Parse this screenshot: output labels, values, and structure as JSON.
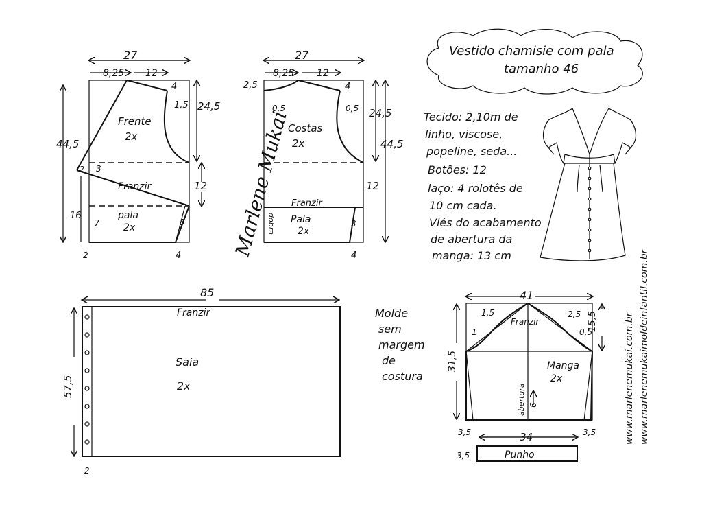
{
  "title": {
    "line1": "Vestido chamisie com pala",
    "line2": "tamanho 46"
  },
  "frente": {
    "name": "Frente",
    "qty": "2x",
    "width": "27",
    "neck_w": "8,25",
    "shoulder_w": "12",
    "neck_drop": "4",
    "armhole_off": "1,5",
    "armhole_h": "24,5",
    "total_h": "44,5",
    "side_drop": "12",
    "bottom_h": "16",
    "gather": "Franzir",
    "pala": "pala",
    "pala_qty": "2x",
    "pala_h": "7",
    "small_3a": "3",
    "small_3b": "3",
    "small_2a": "2",
    "small_2b": "2",
    "bottom_4": "4"
  },
  "costas": {
    "name": "Costas",
    "qty": "2x",
    "width": "27",
    "neck_w": "8,25",
    "shoulder_w": "12",
    "neck_drop": "2,5",
    "shoulder_drop": "4",
    "armhole_a": "0,5",
    "armhole_b": "0,5",
    "armhole_h": "24,5",
    "total_h": "44,5",
    "side_drop": "12",
    "gather": "Franzir",
    "pala": "Pala",
    "pala_qty": "2x",
    "fold": "dobra",
    "small_3": "3",
    "bottom_4": "4"
  },
  "signature": "Marlene Mukai",
  "materials": {
    "tecido": "Tecido: 2,10m de",
    "tecido2": "linho, viscose,",
    "tecido3": "popeline, seda...",
    "botoes": "Botões: 12",
    "laco": "laço: 4 rolotês de",
    "laco2": "10 cm cada.",
    "vies": "Viés do acabamento",
    "vies2": "de abertura da",
    "vies3": "manga: 13 cm"
  },
  "saia": {
    "name": "Saia",
    "qty": "2x",
    "width": "85",
    "height": "57,5",
    "gather": "Franzir",
    "small_2": "2"
  },
  "note": {
    "l1": "Molde",
    "l2": "sem",
    "l3": "margem",
    "l4": "de",
    "l5": "costura"
  },
  "manga": {
    "name": "Manga",
    "qty": "2x",
    "width": "41",
    "cap_h": "15,5",
    "total_h": "31,5",
    "gather": "Franzir",
    "a": "1,5",
    "b": "2,5",
    "c": "1",
    "d": "0,5",
    "opening": "abertura",
    "opening_len": "6",
    "bottom_w": "34",
    "side_l": "3,5",
    "side_r": "3,5"
  },
  "punho": {
    "name": "Punho",
    "h": "3,5"
  },
  "urls": {
    "u1": "www.marlenemukai.com.br",
    "u2": "www.marlenemukaimoldeinfantil.com.br"
  }
}
